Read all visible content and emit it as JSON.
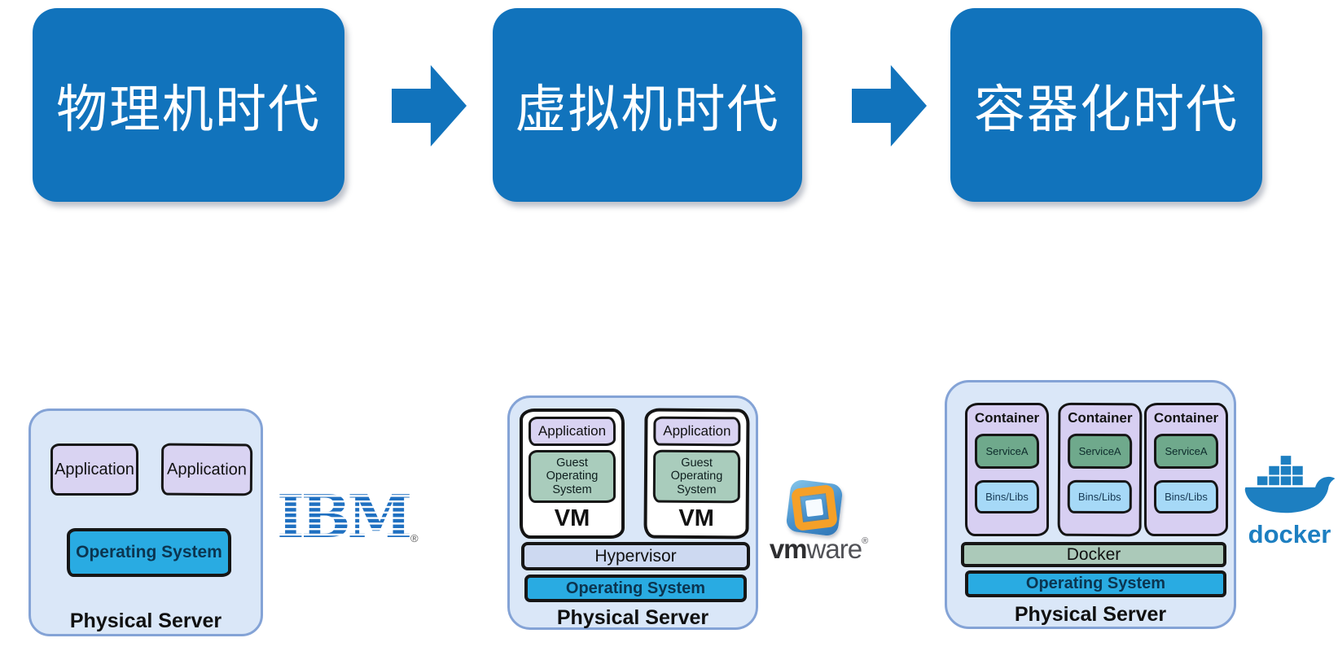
{
  "title_row": {
    "stages": [
      {
        "label": "物理机时代"
      },
      {
        "label": "虚拟机时代"
      },
      {
        "label": "容器化时代"
      }
    ]
  },
  "physical_diagram": {
    "app1": "Application",
    "app2": "Application",
    "os": "Operating System",
    "server": "Physical Server"
  },
  "ibm_logo": {
    "text": "IBM",
    "reg": "®"
  },
  "vm_diagram": {
    "vms": [
      {
        "app": "Application",
        "guest_os": "Guest Operating System",
        "label": "VM"
      },
      {
        "app": "Application",
        "guest_os": "Guest Operating System",
        "label": "VM"
      }
    ],
    "hypervisor": "Hypervisor",
    "os": "Operating System",
    "server": "Physical Server"
  },
  "vmware_logo": {
    "vm": "vm",
    "ware": "ware",
    "reg": "®"
  },
  "container_diagram": {
    "containers": [
      {
        "label": "Container",
        "service": "ServiceA",
        "bins": "Bins/Libs"
      },
      {
        "label": "Container",
        "service": "ServiceA",
        "bins": "Bins/Libs"
      },
      {
        "label": "Container",
        "service": "ServiceA",
        "bins": "Bins/Libs"
      }
    ],
    "docker": "Docker",
    "os": "Operating System",
    "server": "Physical Server"
  },
  "docker_logo": {
    "text": "docker"
  },
  "colors": {
    "stage_blue": "#1173BC",
    "panel_fill": "#DAE7F8",
    "panel_border": "#84A3D6",
    "lavender": "#D9D3F2",
    "cyan_os": "#29ABE2",
    "hypervisor_fill": "#CDD9F1",
    "guest_green": "#A9CCBC",
    "service_green": "#6FA98C",
    "bins_blue": "#A6D9F7",
    "docker_bar_green": "#ABC9B9",
    "ibm_blue": "#1F70C1",
    "vmware_orange": "#F5A028",
    "docker_blue": "#1D7FC1"
  }
}
